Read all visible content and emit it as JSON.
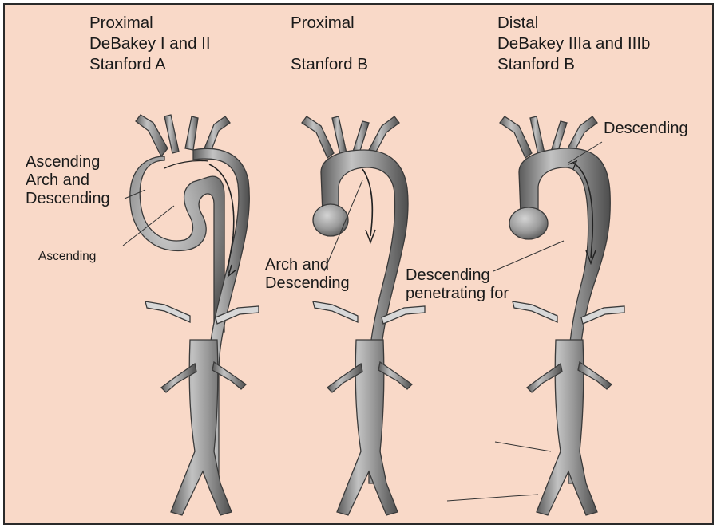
{
  "columns": [
    {
      "id": "col1",
      "header": [
        "Proximal",
        "DeBakey I and II",
        "Stanford A"
      ]
    },
    {
      "id": "col2",
      "header": [
        "Proximal",
        "",
        "Stanford B"
      ]
    },
    {
      "id": "col3",
      "header": [
        "Distal",
        "DeBakey IIIa and IIIb",
        "Stanford B"
      ]
    }
  ],
  "labels": {
    "col1_main": [
      "Ascending",
      "Arch and",
      "Descending"
    ],
    "col1_small": "Ascending",
    "col2_main": [
      "Arch and",
      "Descending"
    ],
    "col3_top": "Descending",
    "col3_mid": [
      "Descending",
      "penetrating for"
    ]
  },
  "colors": {
    "background": "#f9d9c8",
    "border": "#2a2a2a",
    "vessel_fill": "#8d8d8d",
    "vessel_light": "#c4c4c4",
    "vessel_dark": "#4a4a4a",
    "text": "#1a1a1a"
  }
}
